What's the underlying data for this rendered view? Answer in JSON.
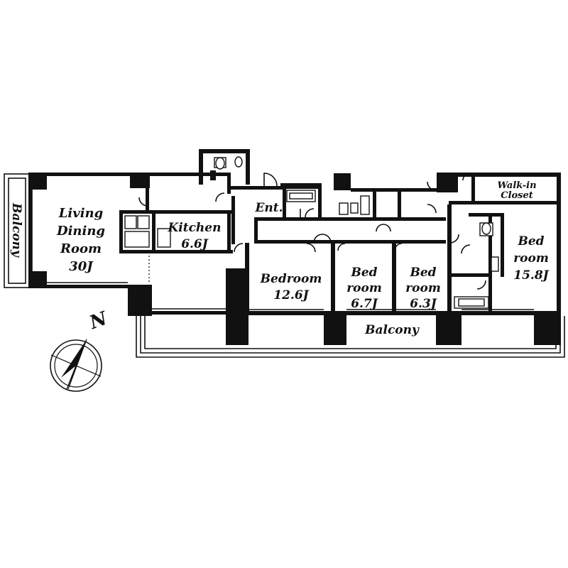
{
  "rooms": {
    "balcony_west": "Balcony",
    "ldk": [
      "Living",
      "Dining",
      "Room",
      "30J"
    ],
    "kitchen": [
      "Kitchen",
      "6.6J"
    ],
    "entrance": "Ent.",
    "bedroom_a": [
      "Bedroom",
      "12.6J"
    ],
    "bedroom_b": [
      "Bed",
      "room",
      "6.7J"
    ],
    "bedroom_c": [
      "Bed",
      "room",
      "6.3J"
    ],
    "bedroom_d": [
      "Bed",
      "room",
      "15.8J"
    ],
    "walkin": [
      "Walk-in",
      "Closet"
    ],
    "balcony_south": "Balcony"
  },
  "compass": {
    "label": "N",
    "icon": "north-compass-icon"
  }
}
